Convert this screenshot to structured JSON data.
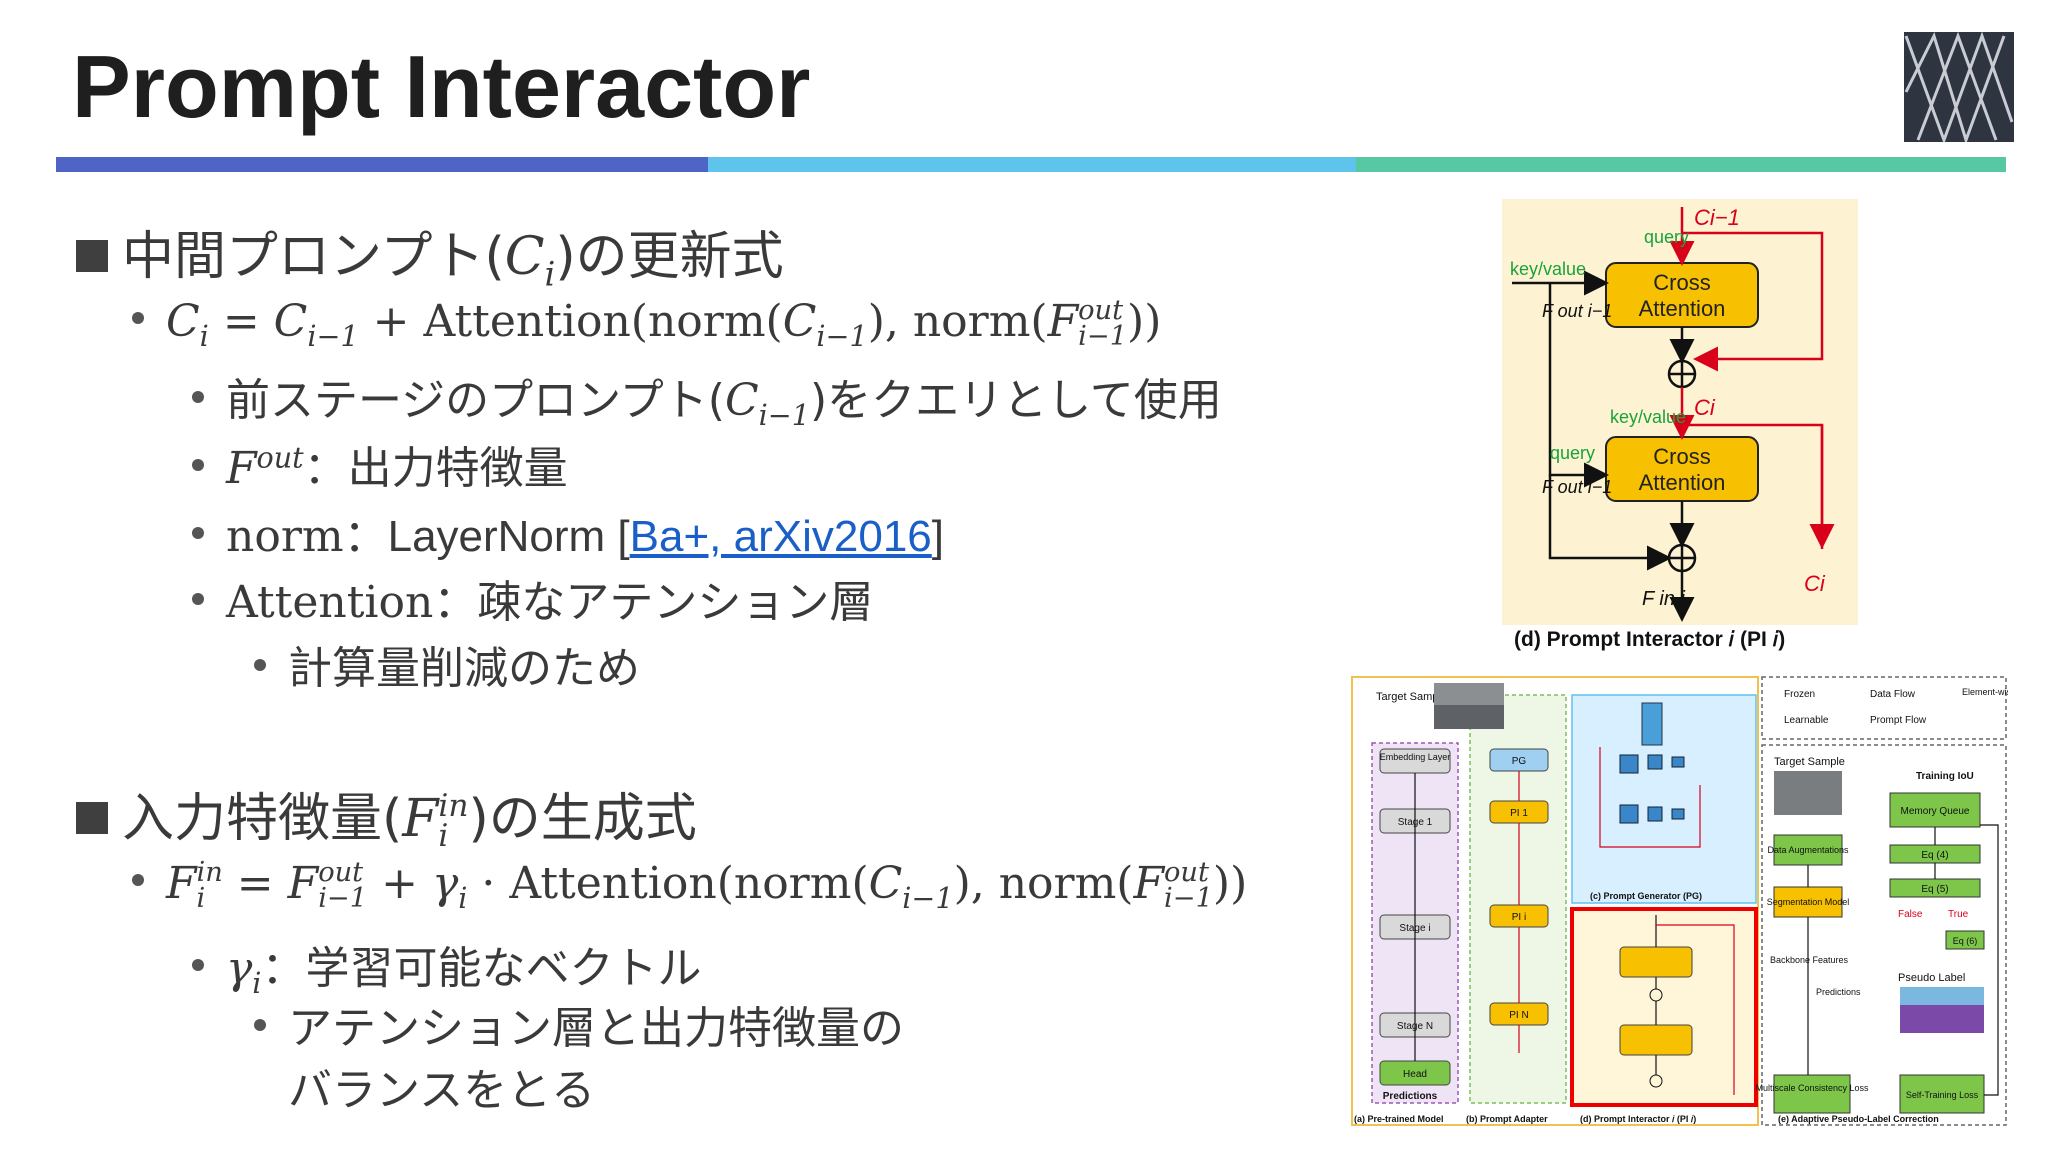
{
  "title": "Prompt Interactor",
  "colors": {
    "band1": "#4f65c6",
    "band2": "#5ec4ec",
    "band3": "#57c7a4",
    "cross_box": "#f7c000",
    "query": "#19a33b",
    "prompt_flow": "#d9001b",
    "logo": "#2e3440"
  },
  "section1": {
    "heading_pre": "中間プロンプト(",
    "heading_var": "C",
    "heading_sub": "i",
    "heading_post": ")の更新式",
    "formula": {
      "a": "C",
      "a_sub": "i",
      "eq": " = ",
      "b": "C",
      "b_sub": "i−1",
      "plus": " + Attention(norm(",
      "c": "C",
      "c_sub": "i−1",
      "mid": "), norm(",
      "d": "F",
      "d_sup": "out",
      "d_sub": "i−1",
      "end": "))"
    },
    "bullets": [
      {
        "pre": "前ステージのプロンプト(",
        "var": "C",
        "sub": "i−1",
        "post": ")をクエリとして使用"
      },
      {
        "var": "F",
        "sup": "out",
        "post": "：出力特徴量"
      },
      {
        "lead": "norm",
        "post": "：LayerNorm [",
        "link": "Ba+, arXiv2016",
        "tail": "]"
      },
      {
        "lead": "Attention",
        "post": "：疎なアテンション層"
      }
    ],
    "sub_bullet": "計算量削減のため"
  },
  "section2": {
    "heading_pre": "入力特徴量(",
    "heading_var": "F",
    "heading_sup": "in",
    "heading_sub": "i",
    "heading_post": ")の生成式",
    "formula": {
      "a": "F",
      "a_sup": "in",
      "a_sub": "i",
      "eq": " = ",
      "b": "F",
      "b_sup": "out",
      "b_sub": "i−1",
      "plus": " + ",
      "g": "γ",
      "g_sub": "i",
      "mid": " · Attention(norm(",
      "c": "C",
      "c_sub": "i−1",
      "mid2": "), norm(",
      "d": "F",
      "d_sup": "out",
      "d_sub": "i−1",
      "end": "))"
    },
    "bullet": {
      "var": "γ",
      "sub": "i",
      "post": "：学習可能なベクトル"
    },
    "sub_bullet_1": "アテンション層と出力特徴量の",
    "sub_bullet_2": "バランスをとる"
  },
  "figureA": {
    "caption": "(d) Prompt Interactor 𝑖 (PI 𝑖)",
    "cross_attention_1": [
      "Cross",
      "Attention"
    ],
    "cross_attention_2": [
      "Cross",
      "Attention"
    ],
    "query": "query",
    "key_value": "key/value",
    "c_prev": "Ci−1",
    "c_i": "Ci",
    "f_out": "F out i−1",
    "f_in": "F in i"
  },
  "figureB": {
    "captions": [
      "(a) Pre-trained Model",
      "(b) Prompt Adapter",
      "(d) Prompt Interactor 𝑖 (PI 𝑖)",
      "(e) Adaptive Pseudo-Label Correction",
      "(c) Prompt Generator (PG)"
    ],
    "legend": [
      "Frozen",
      "Data Flow",
      "Element-wise Addition",
      "Learnable",
      "Prompt Flow"
    ],
    "target_sample": "Target Sample",
    "model_blocks": [
      "Embedding Layer",
      "Stage 1",
      "Stage i",
      "Stage N",
      "Head",
      "Predictions"
    ],
    "adapter_blocks": [
      "PG",
      "PI 1",
      "PI i",
      "PI N"
    ],
    "right_blocks": [
      "Data Augmentations",
      "Segmentation Model",
      "Memory Queue",
      "Eq (4)",
      "Eq (5)",
      "Eq (6)",
      "Multiscale Consistency Loss",
      "Self-Training Loss"
    ],
    "right_labels": [
      "Training IoU",
      "Backbone Features",
      "Predictions",
      "Pseudo Label",
      "False",
      "True"
    ]
  }
}
